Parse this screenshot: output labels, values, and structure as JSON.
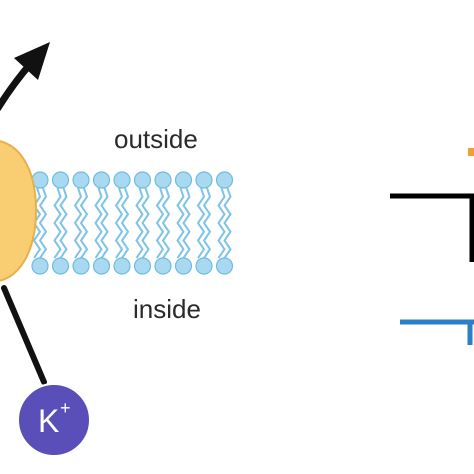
{
  "labels": {
    "outside": "outside",
    "inside": "inside"
  },
  "ion": {
    "symbol": "K",
    "charge": "+"
  },
  "colors": {
    "channel_protein": "#f9cd72",
    "membrane_head": "#a9d9f0",
    "membrane_head_stroke": "#6fbcdf",
    "membrane_tail": "#7ec4e6",
    "ion_fill": "#5a4fb8",
    "arrow": "#111111",
    "trace_black": "#000000",
    "trace_blue": "#2a7fc6",
    "accent_orange": "#f0a030"
  },
  "icons": {
    "arrow": "arrow-up-right-icon",
    "ion": "potassium-ion-icon"
  }
}
